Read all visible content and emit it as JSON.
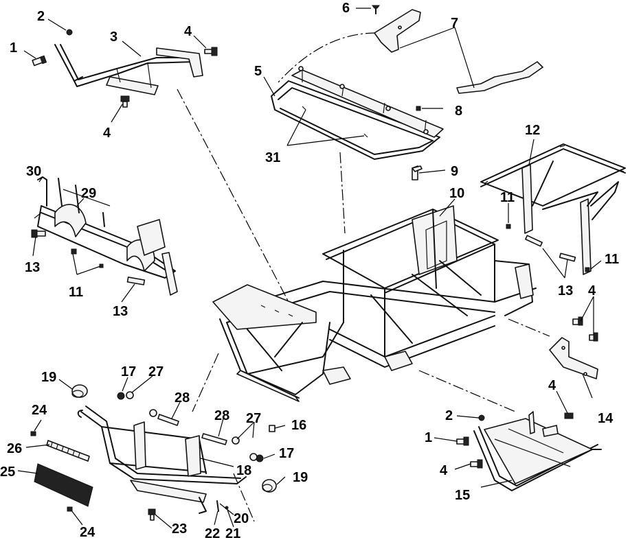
{
  "figure": {
    "callouts": [
      "1",
      "2",
      "3",
      "4",
      "5",
      "6",
      "7",
      "8",
      "9",
      "10",
      "11",
      "12",
      "13",
      "14",
      "15",
      "16",
      "17",
      "18",
      "19",
      "20",
      "21",
      "22",
      "23",
      "24",
      "25",
      "26",
      "27",
      "28",
      "29",
      "30",
      "31"
    ]
  }
}
